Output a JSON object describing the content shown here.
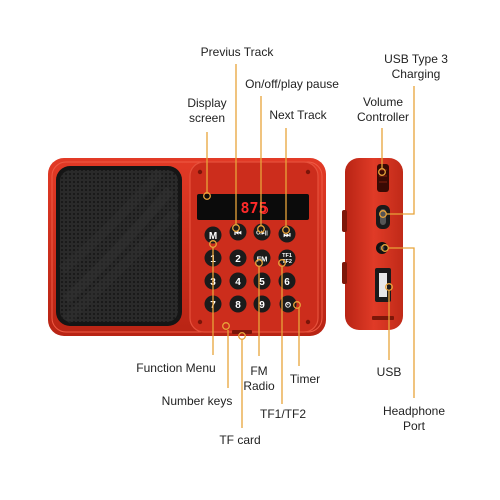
{
  "labels": {
    "previous_track": "Previus Track",
    "on_off_play_pause": "On/off/play pause",
    "display_screen_line1": "Display",
    "display_screen_line2": "screen",
    "next_track": "Next Track",
    "usb_type3_line1": "USB Type 3",
    "usb_type3_line2": "Charging",
    "volume_line1": "Volume",
    "volume_line2": "Controller",
    "function_menu": "Function Menu",
    "fm_line1": "FM",
    "fm_line2": "Radio",
    "timer": "Timer",
    "usb": "USB",
    "number_keys": "Number keys",
    "tf1_tf2": "TF1/TF2",
    "headphone_line1": "Headphone",
    "headphone_line2": "Port",
    "tf_card": "TF card"
  },
  "display": {
    "readout": "875"
  },
  "keys": {
    "menu": "M",
    "prev": "⏮",
    "play": "O/▸||",
    "next": "⏭",
    "fm": "FM",
    "tf_top": "TF1",
    "tf_bottom": "TF2",
    "timer": "⏲",
    "digits": [
      "1",
      "2",
      "3",
      "4",
      "5",
      "6",
      "7",
      "8",
      "9"
    ]
  },
  "colors": {
    "body": "#d42f1e",
    "body_dark": "#a81f12",
    "keypad_panel": "#c92c1c",
    "key": "#1b1b1b",
    "display_bg": "#0d0d0d",
    "callout": "#e8a33a",
    "grille": "#1e1e1e"
  }
}
